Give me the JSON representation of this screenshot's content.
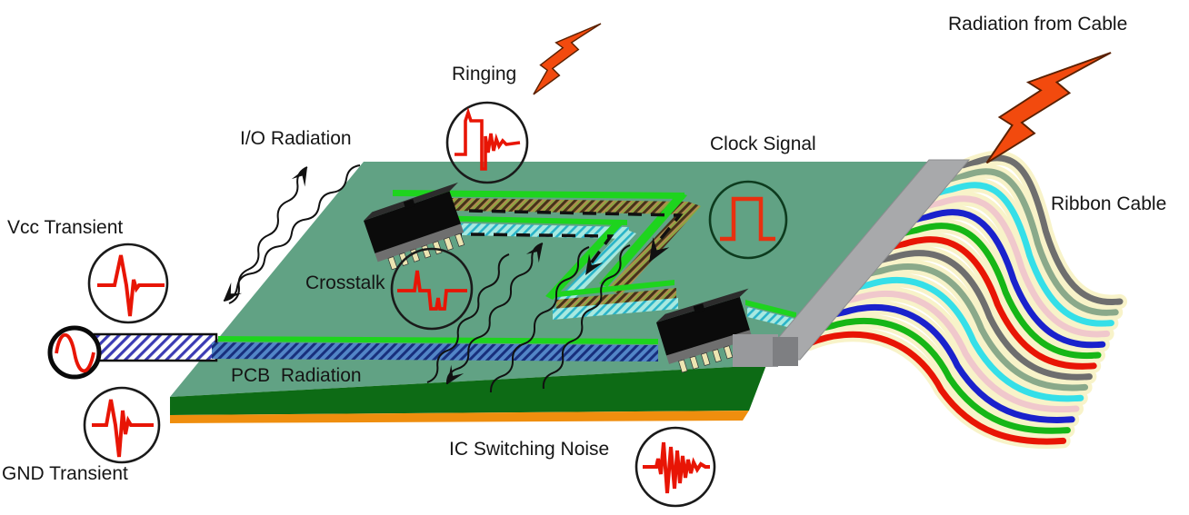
{
  "diagram_title": "PCB electromagnetic noise sources diagram",
  "labels": {
    "vcc_transient": "Vcc Transient",
    "io_radiation": "I/O Radiation",
    "ringing": "Ringing",
    "clock_signal": "Clock Signal",
    "radiation_from_cable": "Radiation from Cable",
    "ribbon_cable": "Ribbon Cable",
    "crosstalk": "Crosstalk",
    "pcb_radiation": "PCB  Radiation",
    "ic_switching_noise": "IC Switching Noise",
    "gnd_transient": "GND Transient"
  },
  "icons": {
    "vcc_transient": "transient-spike-waveform",
    "gnd_transient": "transient-spike-waveform",
    "signal_source": "sine-wave-source",
    "ringing": "ringing-pulse-waveform",
    "crosstalk": "crosstalk-pulse-waveform",
    "clock_signal": "square-pulse-waveform",
    "ic_switching_noise": "noise-burst-waveform",
    "ringing_bolt": "lightning-bolt",
    "cable_radiation_bolt": "lightning-bolt",
    "io_radiation_arrows": "wavy-radiation-arrows",
    "pcb_radiation_arrows": "wavy-radiation-arrows"
  },
  "colors": {
    "board_top": "#61a284",
    "board_front": "#0d6b15",
    "board_bottom": "#ef8e0e",
    "trace_green": "#1ed41e",
    "trace_cyan_bg": "#a8e9e0",
    "trace_cyan_hatch": "#2ab4c8",
    "trace_brown_bg": "#b08c4f",
    "trace_brown_hatch": "#46331a",
    "bus_blue_bg": "#5285c7",
    "bus_blue_hatch": "#18307d",
    "cable_hatch_blue": "#3c3cb4",
    "waveform_red": "#e81505",
    "bolt_orange": "#f24a0e",
    "connector_gray": "#a8a9ab",
    "connector_cube_gray": "#7e7f82",
    "ic_body_black": "#0b0b0b",
    "ic_pin_cream": "#ece5b2",
    "outline_black": "#1a1a1a"
  },
  "ribbon": {
    "stripe_colors": [
      "#6e6e6e",
      "#8aa98a",
      "#35dfe8",
      "#f0c8cc",
      "#1a22cc",
      "#16b616",
      "#e81505"
    ],
    "repeats": 2,
    "separator_color": "#f8f3c9"
  }
}
